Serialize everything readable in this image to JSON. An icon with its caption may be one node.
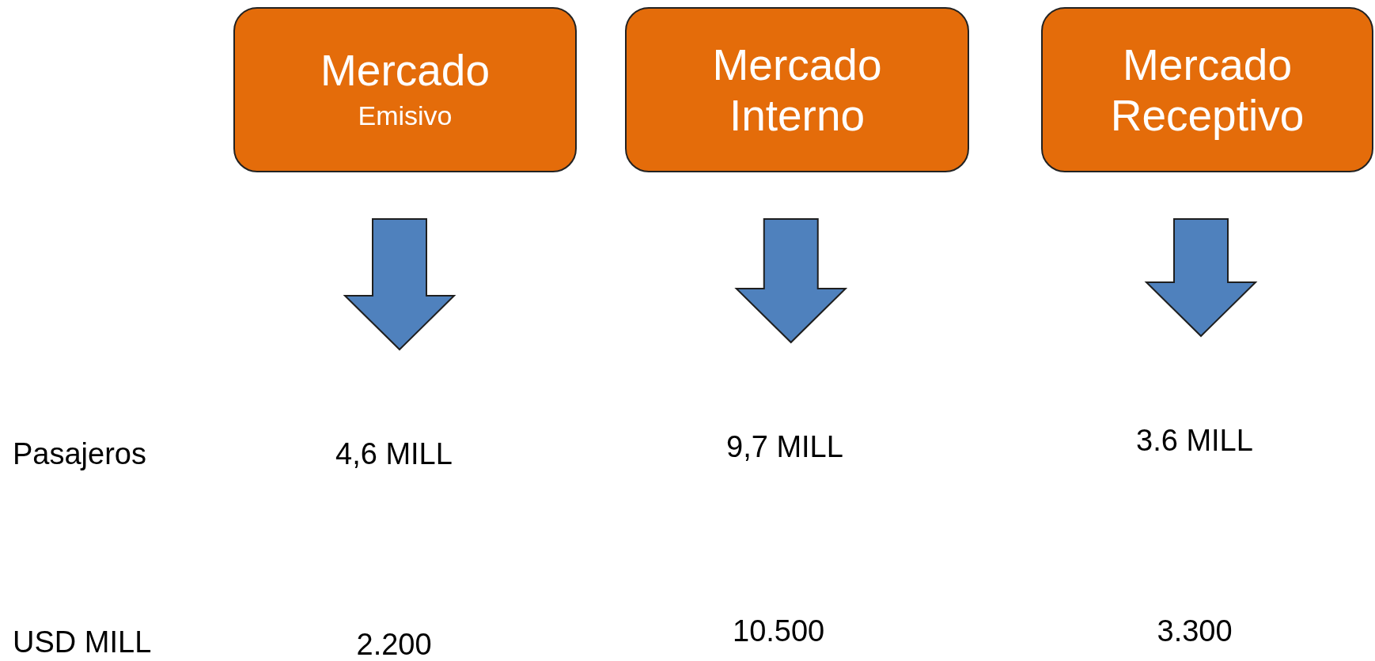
{
  "diagram": {
    "nodes": [
      {
        "text": [
          "Mercado",
          "Emisivo"
        ]
      },
      {
        "text": [
          "Mercado Interno"
        ]
      },
      {
        "text": [
          "Mercado Receptivo"
        ]
      },
      {
        "text": [
          "4,6 MILL"
        ]
      },
      {
        "text": [
          "9,7 MILL"
        ]
      },
      {
        "text": [
          "3.6 MILL"
        ]
      }
    ],
    "edges": [
      {
        "from": 0,
        "to": 3,
        "arrow": "to"
      },
      {
        "from": 1,
        "to": 4,
        "arrow": "to"
      },
      {
        "from": 2,
        "to": 5,
        "arrow": "to"
      }
    ],
    "labels": [
      "Pasajeros",
      "USD MILL",
      "2.200",
      "10.500",
      "3.300"
    ]
  }
}
